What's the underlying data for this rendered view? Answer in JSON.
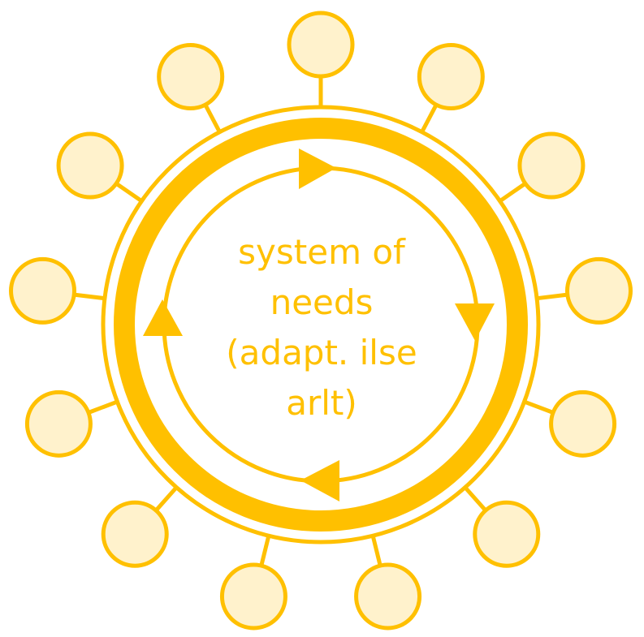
{
  "center": {
    "lines": [
      "system of",
      "needs",
      "(adapt. ilse",
      "arlt)"
    ]
  },
  "colors": {
    "stroke": "#FFC000",
    "node_fill": "#FFF2CC",
    "background": "#FFFFFF"
  },
  "satellites": [
    {
      "name": "node-top"
    },
    {
      "name": "node-top-right-1"
    },
    {
      "name": "node-top-right-2"
    },
    {
      "name": "node-right"
    },
    {
      "name": "node-bottom-right-1"
    },
    {
      "name": "node-bottom-right-2"
    },
    {
      "name": "node-bottom-right-3"
    },
    {
      "name": "node-bottom-left-3"
    },
    {
      "name": "node-bottom-left-2"
    },
    {
      "name": "node-bottom-left-1"
    },
    {
      "name": "node-left"
    },
    {
      "name": "node-top-left-2"
    },
    {
      "name": "node-top-left-1"
    }
  ],
  "cycle_arrows": [
    {
      "name": "arrow-top",
      "direction": "right"
    },
    {
      "name": "arrow-right",
      "direction": "down"
    },
    {
      "name": "arrow-bottom",
      "direction": "left"
    },
    {
      "name": "arrow-left",
      "direction": "up"
    }
  ]
}
